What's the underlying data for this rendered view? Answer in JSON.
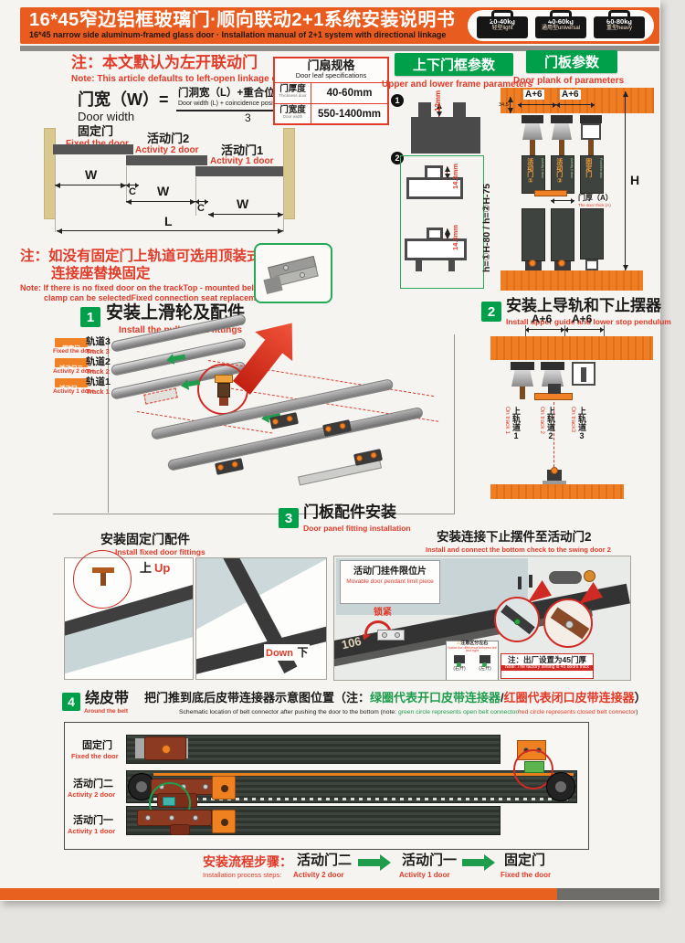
{
  "header": {
    "title_cn": "16*45窄边铝框玻璃门·顺向联动2+1系统安装说明书",
    "title_en": "16*45 narrow side aluminum-framed glass door · Installation manual of 2+1 system with directional linkage",
    "weights": [
      {
        "kg": "20-40kg",
        "type": "轻型light"
      },
      {
        "kg": "40-60kg",
        "type": "通用型universal"
      },
      {
        "kg": "60-80kg",
        "type": "重型heavy"
      }
    ]
  },
  "note1": {
    "cn": "注：本文默认为左开联动门",
    "en": "Note: This article defaults to left-open linkage door"
  },
  "formula": {
    "lhs_cn": "门宽（W）=",
    "lhs_en": "Door width",
    "num_cn": "门洞宽（L）+重合位（C）×2",
    "num_en": "Door width (L) + coincidence position (C) ×2",
    "den": "3"
  },
  "spec": {
    "title_cn": "门扇规格",
    "title_en": "Door leaf specifications",
    "rows": [
      {
        "label_cn": "门厚度",
        "label_en": "Thickness door",
        "value": "40-60mm"
      },
      {
        "label_cn": "门宽度",
        "label_en": "Door width",
        "value": "550-1400mm"
      }
    ]
  },
  "overlap": {
    "fixed_cn": "固定门",
    "fixed_en": "Fixed the door",
    "act2_cn": "活动门2",
    "act2_en": "Activity 2 door",
    "act1_cn": "活动门1",
    "act1_en": "Activity 1 door",
    "w": "W",
    "c": "C",
    "l": "L"
  },
  "note2": {
    "cn1": "注：如没有固定门上轨道可选用顶装式皮带夹",
    "cn2": "连接座替换固定",
    "en1": "Note: If there is no fixed door on the trackTop - mounted belt",
    "en2": "clamp can be selectedFixed connection seat replacement"
  },
  "step1": {
    "num": "1",
    "cn": "安装上滑轮及配件",
    "en": "Install the pulley and fittings",
    "rows": [
      {
        "door_cn": "固定门",
        "door_en": "Fixed the door",
        "track_cn": "轨道3",
        "track_en": "Track 3"
      },
      {
        "door_cn": "活动门二",
        "door_en": "Activity 2 door",
        "track_cn": "轨道2",
        "track_en": "Track 2"
      },
      {
        "door_cn": "活动门一",
        "door_en": "Activity 1 door",
        "track_cn": "轨道1",
        "track_en": "Track 1"
      }
    ]
  },
  "frame": {
    "title_cn": "上下门框参数",
    "title_en": "Upper and lower frame parameters",
    "n1": "1",
    "n2": "2",
    "dim12": "12mm",
    "dim143a": "14.3mm",
    "dim143b": "14.3mm"
  },
  "plank": {
    "title_cn": "门板参数",
    "title_en": "Door plank of parameters",
    "dim_a6_1": "A+6",
    "dim_a6_2": "A+6",
    "dim_345": "34.5",
    "door1_cn": "活动门①",
    "door1_en": "Activity 1 door",
    "door2_cn": "活动门②",
    "door2_en": "Activity 2 door",
    "door3_cn": "固定门",
    "door3_en": "Fixed the door",
    "thick_cn": "门厚（A）",
    "thick_en": "The door thick (A)",
    "h_formula": "h=①H-80 / h=②H-75",
    "H": "H"
  },
  "step2": {
    "num": "2",
    "cn": "安装上导轨和下止摆器",
    "en": "Install upper guide and lower stop pendulum",
    "dim_a6_1": "A+6",
    "dim_a6_2": "A+6",
    "tracks": [
      {
        "cn": "上轨道1",
        "en": "On track 1"
      },
      {
        "cn": "上轨道2",
        "en": "On track 2"
      },
      {
        "cn": "上轨道3",
        "en": "On track3"
      }
    ]
  },
  "step3": {
    "num": "3",
    "cn": "门板配件安装",
    "en": "Door panel fitting installation",
    "left_title_cn": "安装固定门配件",
    "left_title_en": "Install fixed door fittings",
    "up_cn": "上",
    "up_en": "Up",
    "down_en": "Down",
    "down_cn": "下",
    "right_title_cn": "安装连接下止摆件至活动门2",
    "right_title_en": "Install and connect the bottom check to the swing door 2",
    "limit_cn": "活动门挂件限位片",
    "limit_en": "Movable door pendant limit piece",
    "lock": "锁紧",
    "dim106": "106",
    "warn_icon": "⚠",
    "warn_cn": "注意区分左右",
    "warn_en": "Notice the difference between left and right",
    "right_open": "(右开)",
    "left_open": "(左开)",
    "note_cn": "注：出厂设置为45门厚",
    "note_en": "Note: The factory setting is 45 doors thick"
  },
  "step4": {
    "num": "4",
    "cn": "绕皮带",
    "en": "Around the belt",
    "desc_pre": "把门推到底后皮带连接器示意图位置（注：",
    "desc_green": "绿圈代表开口皮带连接器",
    "desc_sep": "/",
    "desc_red": "红圈代表闭口皮带连接器",
    "desc_post": "）",
    "desc_en_pre": "Schematic location of belt connector after pushing the door to the bottom (note: ",
    "desc_en_green": "green circle represents open belt connector",
    "desc_en_sep": "/",
    "desc_en_red": "red circle represents closed belt connector",
    "desc_en_post": ")",
    "rows": [
      {
        "cn": "固定门",
        "en": "Fixed the door"
      },
      {
        "cn": "活动门二",
        "en": "Activity 2 door"
      },
      {
        "cn": "活动门一",
        "en": "Activity 1 door"
      }
    ]
  },
  "process": {
    "label_cn": "安装流程步骤：",
    "label_en": "Installation process steps:",
    "steps": [
      {
        "cn": "活动门二",
        "en": "Activity 2 door"
      },
      {
        "cn": "活动门一",
        "en": "Activity 1 door"
      },
      {
        "cn": "固定门",
        "en": "Fixed the door"
      }
    ]
  }
}
